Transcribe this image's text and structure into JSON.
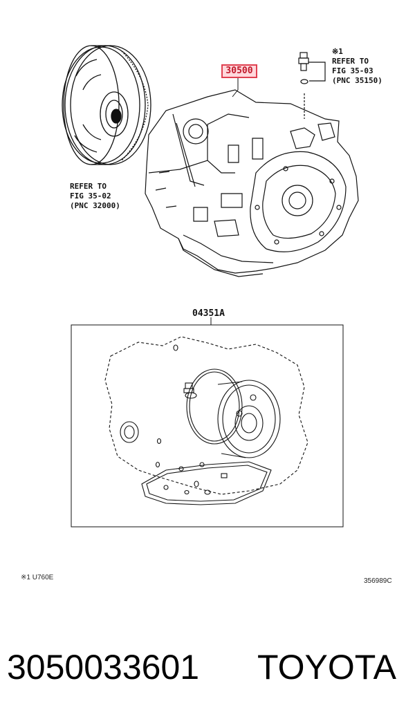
{
  "diagram": {
    "main_part_number": "30500",
    "note1_mark": "※1",
    "note1_lines": [
      "REFER TO",
      "FIG 35-03",
      "(PNC 35150)"
    ],
    "torque_converter_lines": [
      "REFER TO",
      "FIG 35-02",
      "(PNC 32000)"
    ],
    "kit_number": "04351A",
    "footnote": "※1 U760E",
    "figure_code": "356989C"
  },
  "footer": {
    "part_number": "3050033601",
    "brand": "TOYOTA"
  },
  "colors": {
    "callout_border": "#e04050",
    "callout_fill": "#ffd8dc",
    "line": "#111111"
  }
}
